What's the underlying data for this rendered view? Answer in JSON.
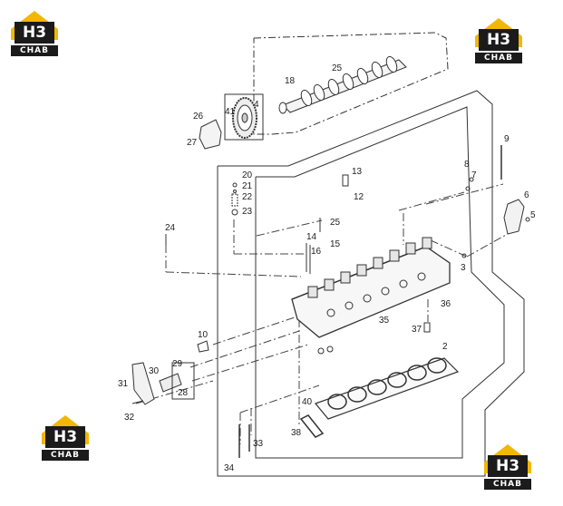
{
  "logo": {
    "mark": "H3",
    "brand": "CHAB",
    "accent": "#f2b705"
  },
  "callouts": {
    "c2": "2",
    "c3": "3",
    "c4": "4",
    "c5": "5",
    "c6": "6",
    "c7": "7",
    "c8": "8",
    "c9": "9",
    "c10": "10",
    "c12": "12",
    "c13": "13",
    "c14": "14",
    "c15": "15",
    "c16": "16",
    "c18": "18",
    "c20": "20",
    "c21": "21",
    "c22": "22",
    "c23": "23",
    "c24": "24",
    "c25a": "25",
    "c25b": "25",
    "c26": "26",
    "c27": "27",
    "c28": "28",
    "c29": "29",
    "c30": "30",
    "c31": "31",
    "c32": "32",
    "c33": "33",
    "c34": "34",
    "c35": "35",
    "c36": "36",
    "c37": "37",
    "c38": "38",
    "c40": "40",
    "c41": "41"
  }
}
